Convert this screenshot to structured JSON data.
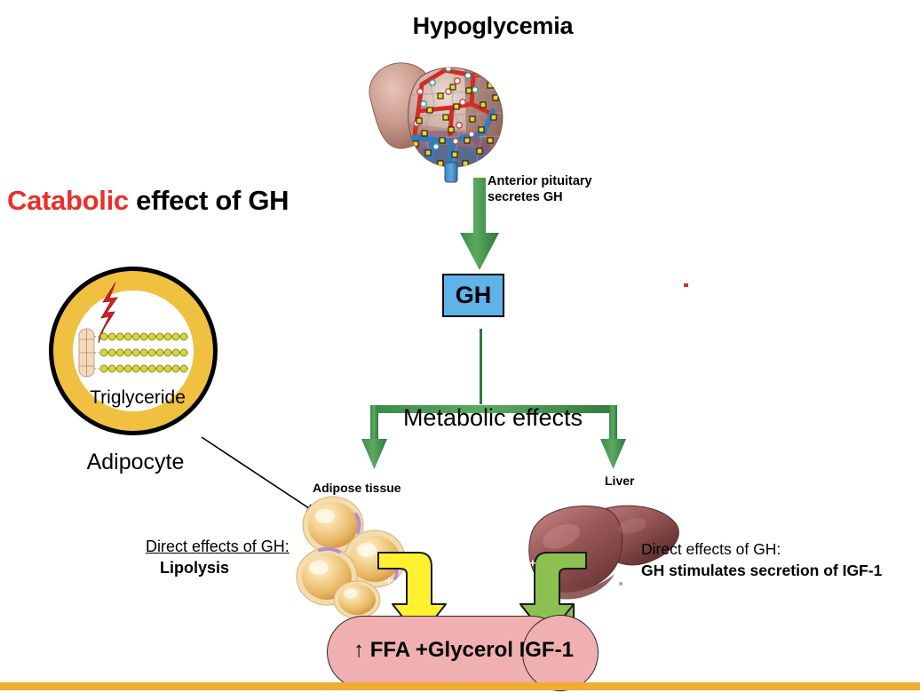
{
  "title_block": {
    "word_red": "Catabolic",
    "word_rest": " effect of GH",
    "red_hex": "#E8302A"
  },
  "labels": {
    "hypoglycemia": "Hypoglycemia",
    "anterior_pituitary": "Anterior pituitary secretes GH",
    "gh_box": "GH",
    "metabolic_effects": "Metabolic effects",
    "adipose_tissue": "Adipose tissue",
    "liver": "Liver",
    "triglyceride": "Triglyceride",
    "adipocyte": "Adipocyte"
  },
  "left_callout": {
    "heading": "Direct effects of GH:",
    "body": "Lipolysis"
  },
  "right_callout": {
    "heading": "Direct effects of GH:",
    "body": "GH stimulates secretion of IGF-1"
  },
  "outcome_box": {
    "up_arrow": "↑",
    "text": " FFA +Glycerol IGF-1"
  },
  "colors": {
    "gh_box_fill": "#5FB3E8",
    "green_arrow": "#4C9A4C",
    "yellow_arrow": "#FFF030",
    "green_elbow_arrow": "#8CC152",
    "pink_fill": "#F0AFB0",
    "adipocyte_ring": "#F0C040",
    "liver_fill": "#9E5555",
    "bottom_bar": "#F0AD34",
    "lightning": "#D42020"
  },
  "icons": {
    "pituitary": "pituitary-gland-illustration",
    "adipose": "adipose-tissue-cells-illustration",
    "liver": "liver-organ-illustration",
    "lightning": "lightning-bolt-icon",
    "triglyceride": "triglyceride-molecule-icon"
  }
}
